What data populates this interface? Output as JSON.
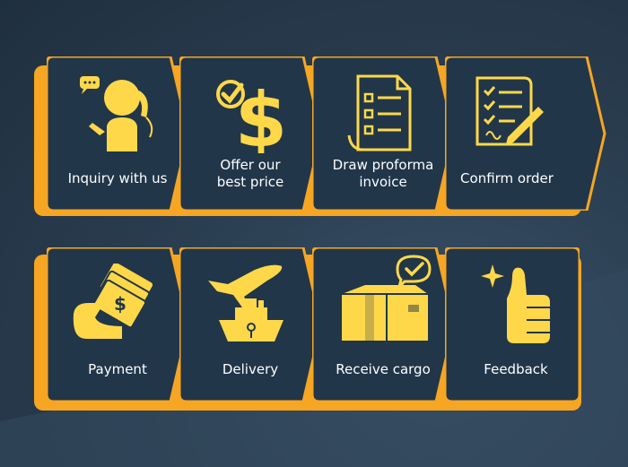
{
  "colors": {
    "background": "#2b3f52",
    "card": "#213649",
    "accent": "#f6a623",
    "icon": "#ffd84a",
    "text": "#ffffff"
  },
  "rows": [
    {
      "steps": [
        {
          "label": "Inquiry with us",
          "icon": "person-phone-icon"
        },
        {
          "label_lines": [
            "Offer our",
            "best price"
          ],
          "icon": "dollar-check-icon"
        },
        {
          "label_lines": [
            "Draw proforma",
            "invoice"
          ],
          "icon": "invoice-checklist-icon"
        },
        {
          "label": "Confirm order",
          "icon": "signed-order-icon"
        }
      ]
    },
    {
      "steps": [
        {
          "label": "Payment",
          "icon": "cash-in-hand-icon"
        },
        {
          "label": "Delivery",
          "icon": "plane-ship-icon"
        },
        {
          "label": "Receive cargo",
          "icon": "box-check-icon"
        },
        {
          "label": "Feedback",
          "icon": "thumbs-up-icon"
        }
      ]
    }
  ]
}
